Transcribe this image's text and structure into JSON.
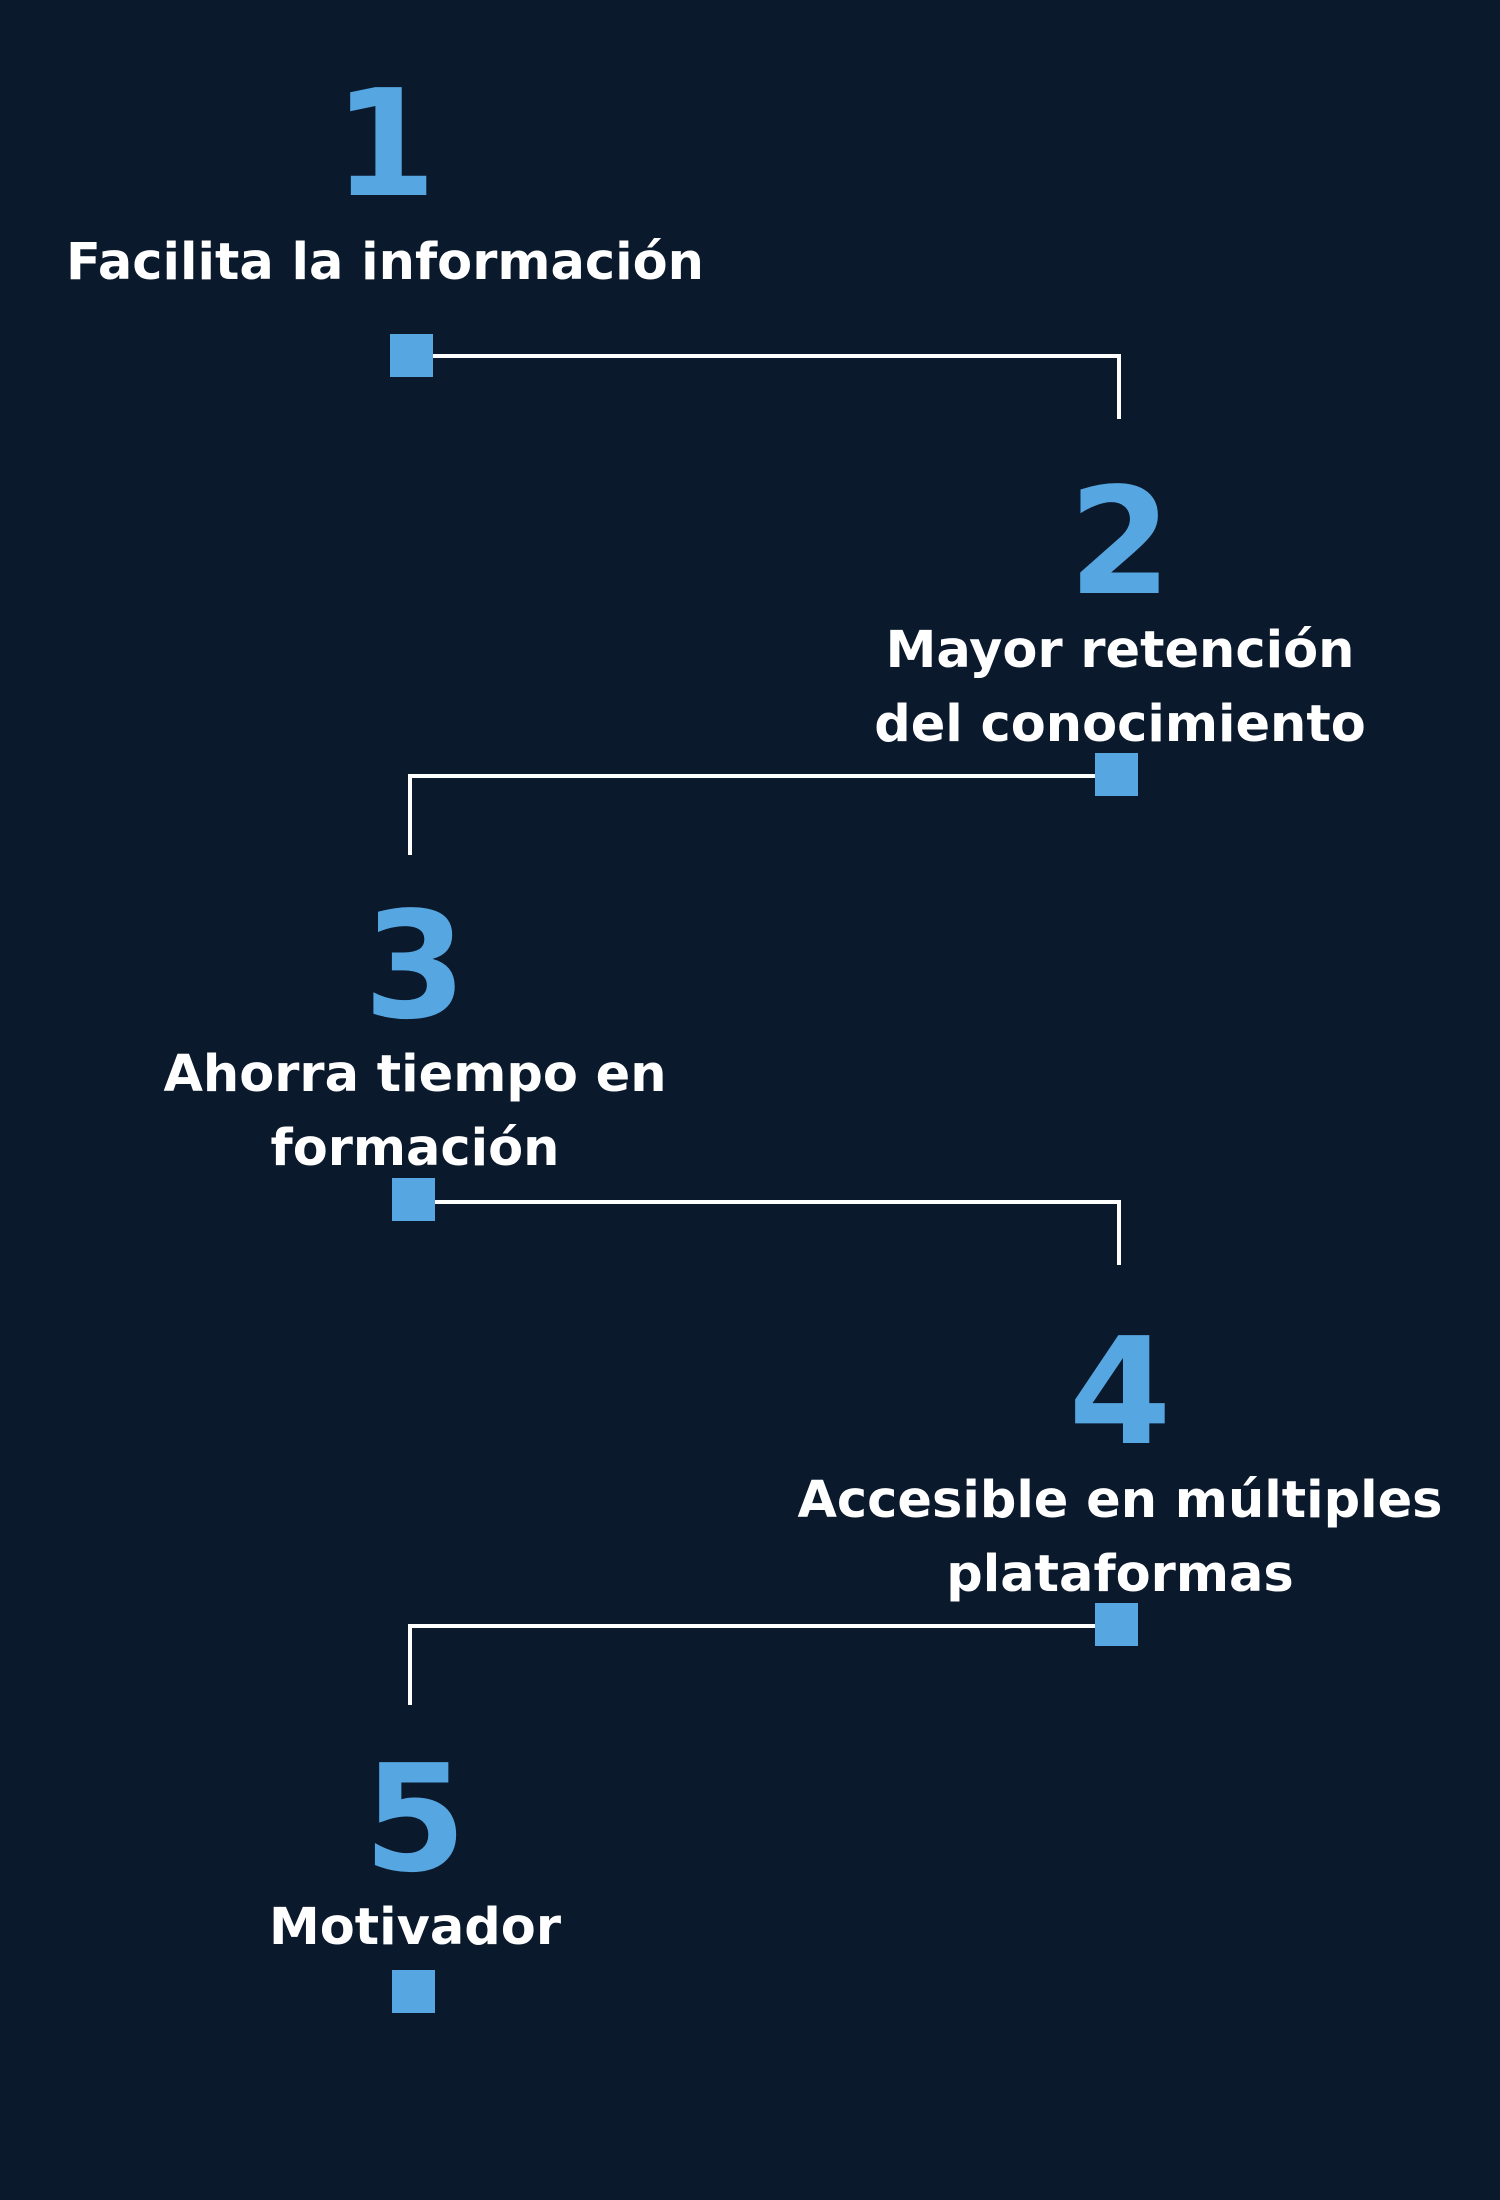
{
  "steps": [
    {
      "number": "1",
      "lines": [
        "Facilita la información"
      ]
    },
    {
      "number": "2",
      "lines": [
        "Mayor retención",
        "del conocimiento"
      ]
    },
    {
      "number": "3",
      "lines": [
        "Ahorra tiempo en",
        "formación"
      ]
    },
    {
      "number": "4",
      "lines": [
        "Accesible en múltiples",
        "plataformas"
      ]
    },
    {
      "number": "5",
      "lines": [
        "Motivador"
      ]
    }
  ],
  "colors": {
    "background": "#0b192c",
    "accent": "#56a7e1",
    "text": "#ffffff",
    "connector": "#ffffff"
  }
}
